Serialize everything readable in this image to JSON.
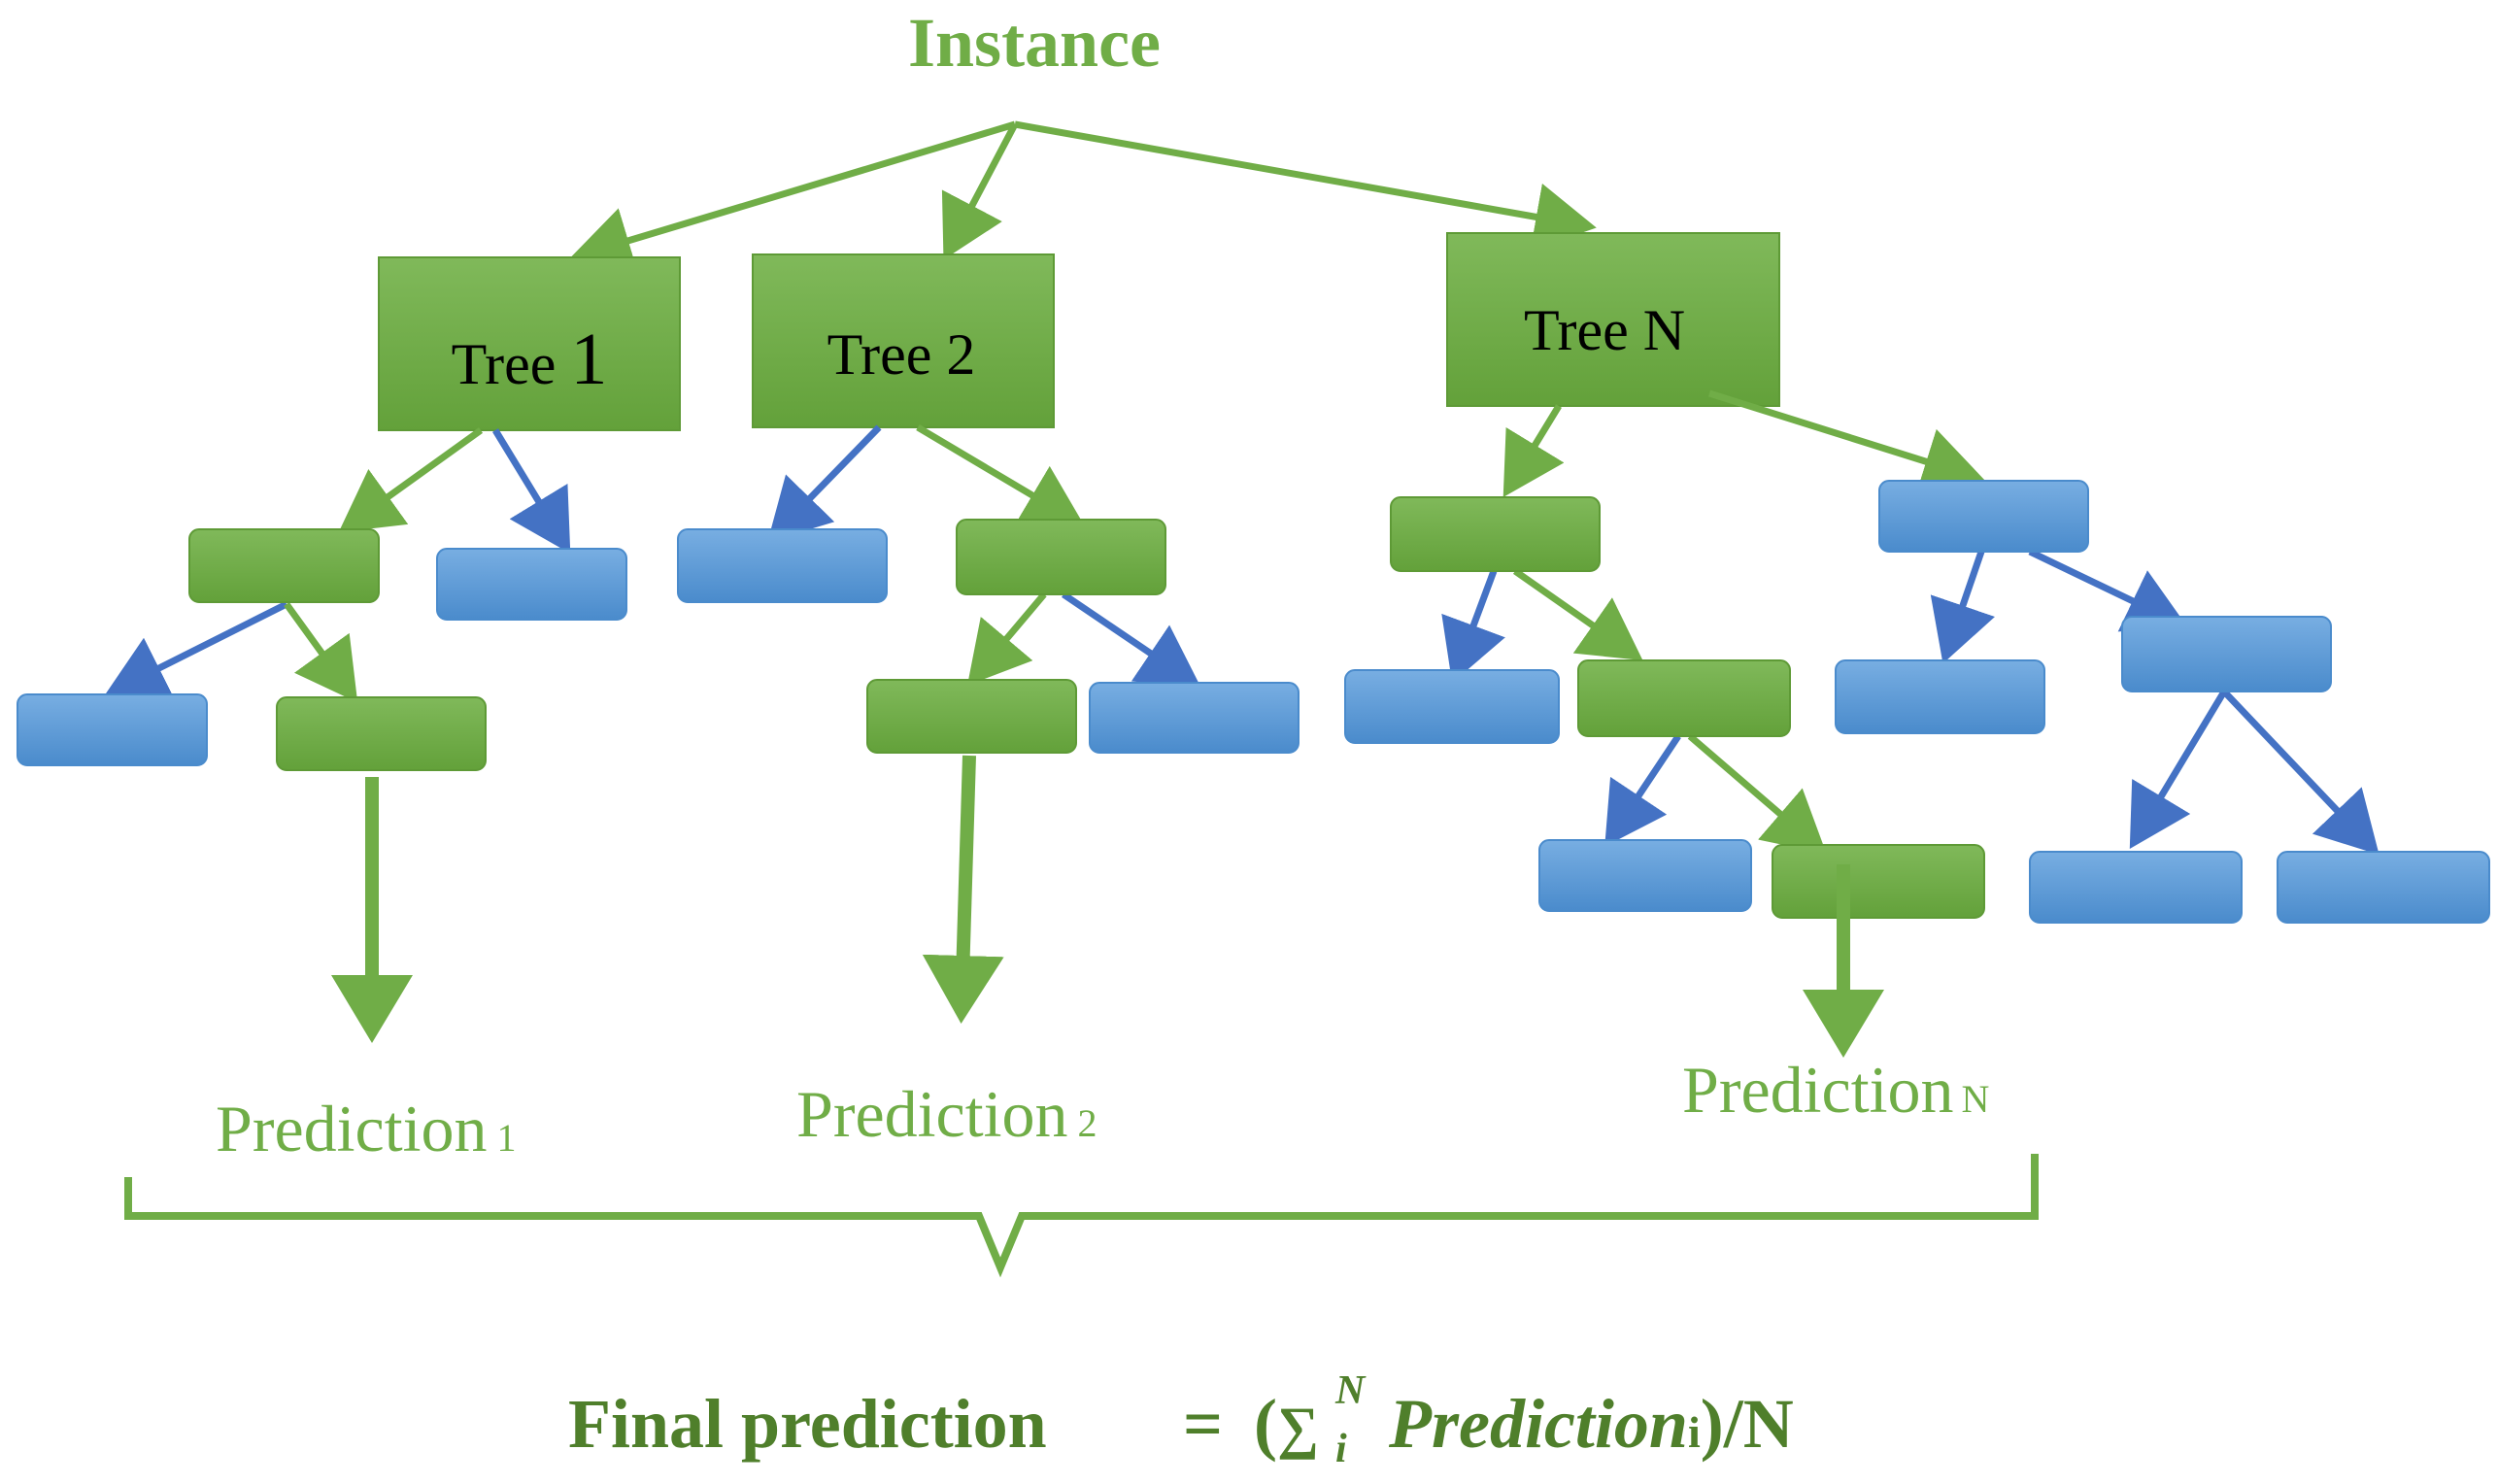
{
  "title": "Instance",
  "trees": [
    {
      "label_main": "Tree ",
      "label_num": "1"
    },
    {
      "label_main": "Tree 2",
      "label_num": ""
    },
    {
      "label_main": "Tree N",
      "label_num": ""
    }
  ],
  "predictions": [
    {
      "text": "Prediction",
      "sub": "1"
    },
    {
      "text": "Prediction",
      "sub": "2"
    },
    {
      "text": "Prediction",
      "sub": "N"
    }
  ],
  "final": {
    "label": "Final prediction",
    "equals": "=",
    "open_paren": "(",
    "sigma": "∑",
    "sup": "N",
    "sub": "i",
    "pred_word": "Prediction",
    "pred_sub": "i",
    "close": ")/N"
  },
  "colors": {
    "green_node": "#70ad47",
    "blue_node": "#5b9bd5",
    "green_arrow": "#70ad47",
    "blue_arrow": "#4472c4",
    "green_text": "#70ad47"
  }
}
